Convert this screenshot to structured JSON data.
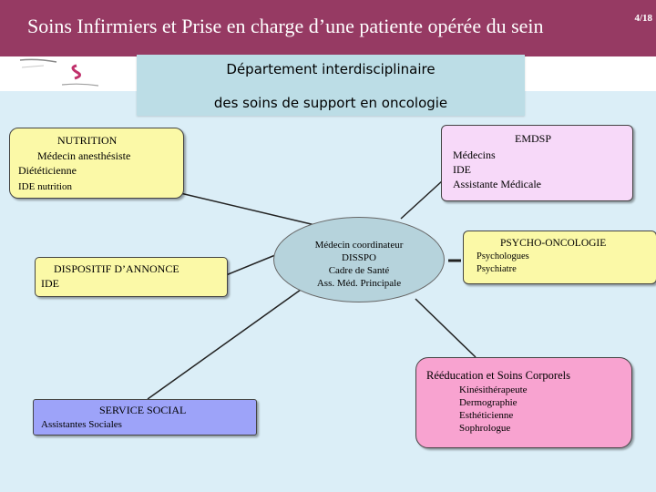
{
  "header": {
    "title": "Soins Infirmiers et Prise en charge d’une patiente opérée du sein",
    "page_number": "4/18"
  },
  "department": {
    "line1": "Département interdisciplinaire",
    "line2": "des soins de support en oncologie"
  },
  "center": {
    "lines": [
      "Médecin coordinateur",
      "DISSPO",
      "Cadre de Santé",
      "Ass. Méd. Principale"
    ]
  },
  "nutrition": {
    "title": "NUTRITION",
    "items": [
      "Médecin anesthésiste",
      "Diététicienne",
      "IDE nutrition"
    ]
  },
  "emdsp": {
    "title": "EMDSP",
    "items": [
      "Médecins",
      "IDE",
      "Assistante Médicale"
    ]
  },
  "dispositif": {
    "title": "DISPOSITIF D’ANNONCE",
    "items": [
      "IDE"
    ]
  },
  "psycho": {
    "title": "PSYCHO-ONCOLOGIE",
    "items": [
      "Psychologues",
      "Psychiatre"
    ]
  },
  "social": {
    "title": "SERVICE SOCIAL",
    "items": [
      "Assistantes Sociales"
    ]
  },
  "reeducation": {
    "title": "Rééducation et Soins Corporels",
    "items": [
      "Kinésithérapeute",
      "Dermographie",
      "Esthéticienne",
      "Sophrologue"
    ]
  },
  "colors": {
    "banner": "#963a63",
    "background": "#dbeef7",
    "yellow_box": "#fbf9a7",
    "pink_box": "#f7d9f9",
    "violet_box": "#9da3f9",
    "rose_box": "#f8a3d0",
    "center": "#b6d3dc"
  }
}
